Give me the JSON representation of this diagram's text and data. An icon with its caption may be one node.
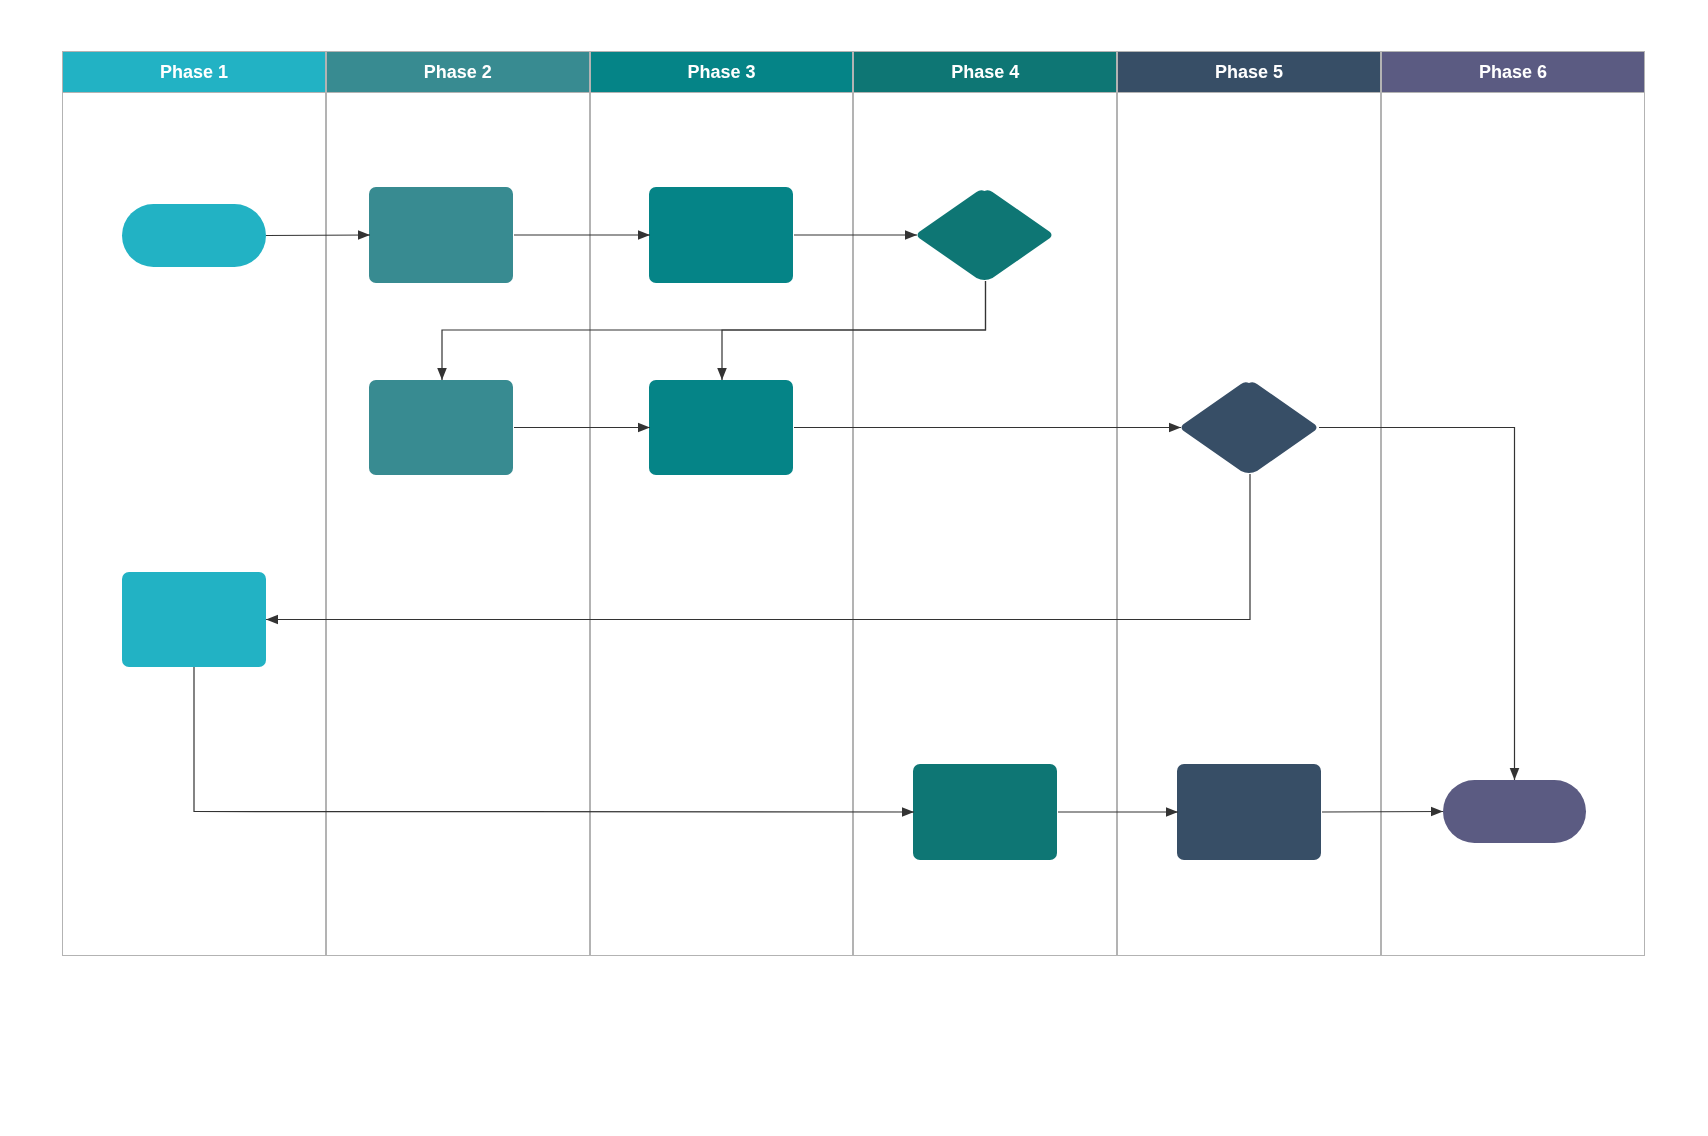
{
  "diagram": {
    "nodes": [
      {
        "text": [
          "Phase 1"
        ]
      },
      {
        "text": [
          "Phase 2"
        ]
      },
      {
        "text": [
          "Phase 3"
        ]
      },
      {
        "text": [
          "Phase 4"
        ]
      },
      {
        "text": [
          "Phase 5"
        ]
      },
      {
        "text": [
          "Phase 6"
        ]
      },
      {
        "text": [],
        "shape": "pill",
        "in": 0
      },
      {
        "text": [],
        "shape": "box",
        "in": 1
      },
      {
        "text": [],
        "shape": "box",
        "in": 2
      },
      {
        "text": [],
        "shape": "diamond",
        "in": 3
      },
      {
        "text": [],
        "shape": "box",
        "in": 1
      },
      {
        "text": [],
        "shape": "box",
        "in": 2
      },
      {
        "text": [],
        "shape": "diamond",
        "in": 4
      },
      {
        "text": [],
        "shape": "box",
        "in": 0
      },
      {
        "text": [],
        "shape": "box",
        "in": 3
      },
      {
        "text": [],
        "shape": "box",
        "in": 4
      },
      {
        "text": [],
        "shape": "pill",
        "in": 5
      }
    ],
    "edges": [
      {
        "from": 6,
        "to": 7,
        "arrow": "to"
      },
      {
        "from": 7,
        "to": 8,
        "arrow": "to"
      },
      {
        "from": 8,
        "to": 9,
        "arrow": "to"
      },
      {
        "from": 9,
        "to": 10,
        "arrow": "to"
      },
      {
        "from": 9,
        "to": 11,
        "arrow": "to"
      },
      {
        "from": 10,
        "to": 11,
        "arrow": "to"
      },
      {
        "from": 11,
        "to": 12,
        "arrow": "to"
      },
      {
        "from": 12,
        "to": 16,
        "arrow": "to"
      },
      {
        "from": 12,
        "to": 13,
        "arrow": "to"
      },
      {
        "from": 13,
        "to": 14,
        "arrow": "to"
      },
      {
        "from": 14,
        "to": 15,
        "arrow": "to"
      },
      {
        "from": 15,
        "to": 16,
        "arrow": "to"
      }
    ]
  }
}
